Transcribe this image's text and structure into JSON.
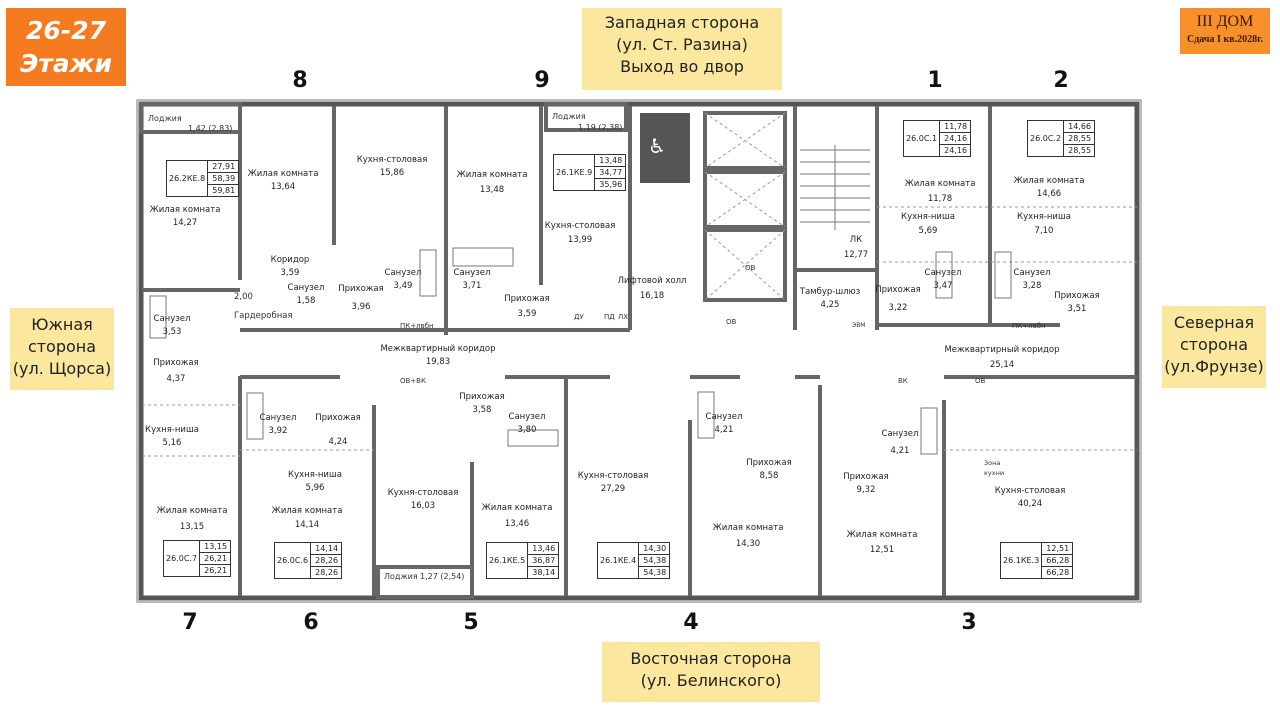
{
  "floor_badge": {
    "line1": "26-27",
    "line2": "Этажи"
  },
  "house_badge": {
    "title": "III ДОМ",
    "subtitle": "Сдача I кв.2028г."
  },
  "sides": {
    "west": [
      "Западная сторона",
      "(ул. Ст. Разина)",
      "Выход во двор"
    ],
    "south": [
      "Южная",
      "сторона",
      "(ул. Щорса)"
    ],
    "north": [
      "Северная",
      "сторона",
      "(ул.Фрунзе)"
    ],
    "east": [
      "Восточная сторона",
      "(ул. Белинского)"
    ]
  },
  "apartment_numbers": [
    "8",
    "9",
    "1",
    "2",
    "7",
    "6",
    "5",
    "4",
    "3"
  ],
  "rooms": [
    {
      "name": "Жилая комната",
      "area": "14,27"
    },
    {
      "name": "Жилая комната",
      "area": "13,64"
    },
    {
      "name": "Кухня-столовая",
      "area": "15,86"
    },
    {
      "name": "Коридор",
      "area": "3,59"
    },
    {
      "name": "Санузел",
      "area": "1,58"
    },
    {
      "name": "Санузел",
      "area": "3,53"
    },
    {
      "name": "Прихожая",
      "area": "3,96"
    },
    {
      "name": "Санузел",
      "area": "3,49"
    },
    {
      "name": "Жилая комната",
      "area": "13,48"
    },
    {
      "name": "Санузел",
      "area": "3,71"
    },
    {
      "name": "Прихожая",
      "area": "3,59"
    },
    {
      "name": "Кухня-столовая",
      "area": "13,99"
    },
    {
      "name": "Лифтовой холл",
      "area": "16,18"
    },
    {
      "name": "ЛК",
      "area": "12,77"
    },
    {
      "name": "Тамбур-шлюз",
      "area": "4,25"
    },
    {
      "name": "Жилая комната",
      "area": "11,78"
    },
    {
      "name": "Кухня-ниша",
      "area": "5,69"
    },
    {
      "name": "Санузел",
      "area": "3,47"
    },
    {
      "name": "Прихожая",
      "area": "3,22"
    },
    {
      "name": "Жилая комната",
      "area": "14,66"
    },
    {
      "name": "Кухня-ниша",
      "area": "7,10"
    },
    {
      "name": "Санузел",
      "area": "3,28"
    },
    {
      "name": "Прихожая",
      "area": "3,51"
    },
    {
      "name": "Межквартирный коридор",
      "area": "19,83"
    },
    {
      "name": "Межквартирный коридор",
      "area": "25,14"
    },
    {
      "name": "Прихожая",
      "area": "4,37"
    },
    {
      "name": "Кухня-ниша",
      "area": "5,16"
    },
    {
      "name": "Жилая комната",
      "area": "13,15"
    },
    {
      "name": "Санузел",
      "area": "3,92"
    },
    {
      "name": "Прихожая",
      "area": "4,24"
    },
    {
      "name": "Кухня-ниша",
      "area": "5,96"
    },
    {
      "name": "Жилая комната",
      "area": "14,14"
    },
    {
      "name": "Кухня-столовая",
      "area": "16,03"
    },
    {
      "name": "Прихожая",
      "area": "3,58"
    },
    {
      "name": "Санузел",
      "area": "3,80"
    },
    {
      "name": "Жилая комната",
      "area": "13,46"
    },
    {
      "name": "Кухня-столовая",
      "area": "27,29"
    },
    {
      "name": "Санузел",
      "area": "4,21"
    },
    {
      "name": "Прихожая",
      "area": "8,58"
    },
    {
      "name": "Жилая комната",
      "area": "14,30"
    },
    {
      "name": "Санузел",
      "area": "4,21"
    },
    {
      "name": "Прихожая",
      "area": "9,32"
    },
    {
      "name": "Жилая комната",
      "area": "12,51"
    },
    {
      "name": "Кухня-столовая",
      "area": "40,24"
    }
  ],
  "loggias": [
    {
      "name": "Лоджия",
      "area": "1,42 (2,83)"
    },
    {
      "name": "Лоджия",
      "area": "1,19 (2,38)"
    },
    {
      "name": "Лоджия",
      "area": "1,27 (2,54)"
    }
  ],
  "small_labels": {
    "dressing_area": "2,00",
    "dressing": "Гардеробная",
    "du": "ДУ",
    "pd": "ПД",
    "lh": "ЛХ",
    "ov1": "ОВ",
    "ov2": "ОВ",
    "evm": "ЭВМ",
    "pk1": "ПК+лвбн",
    "pk2": "ПК+лвбн",
    "ovvk": "ОВ+ВК",
    "vk": "ВК",
    "ov3": "ОВ",
    "kitchen_zone": [
      "Зона",
      "кухни"
    ]
  },
  "apartments": [
    {
      "code": "26.2КЕ.8",
      "values": [
        "27,91",
        "58,39",
        "59,81"
      ]
    },
    {
      "code": "26.1КЕ.9",
      "values": [
        "13,48",
        "34,77",
        "35,96"
      ]
    },
    {
      "code": "26.0С.1",
      "values": [
        "11,78",
        "24,16",
        "24,16"
      ]
    },
    {
      "code": "26.0С.2",
      "values": [
        "14,66",
        "28,55",
        "28,55"
      ]
    },
    {
      "code": "26.0С.7",
      "values": [
        "13,15",
        "26,21",
        "26,21"
      ]
    },
    {
      "code": "26.0С.6",
      "values": [
        "14,14",
        "28,26",
        "28,26"
      ]
    },
    {
      "code": "26.1КЕ.5",
      "values": [
        "13,46",
        "36,87",
        "38,14"
      ]
    },
    {
      "code": "26.1КЕ.4",
      "values": [
        "14,30",
        "54,38",
        "54,38"
      ]
    },
    {
      "code": "26.1КЕ.3",
      "values": [
        "12,51",
        "66,28",
        "66,28"
      ]
    }
  ],
  "colors": {
    "orange": "#f47b20",
    "yellow": "#fbe79e",
    "wall": "#555555",
    "accessible": "#555555"
  }
}
